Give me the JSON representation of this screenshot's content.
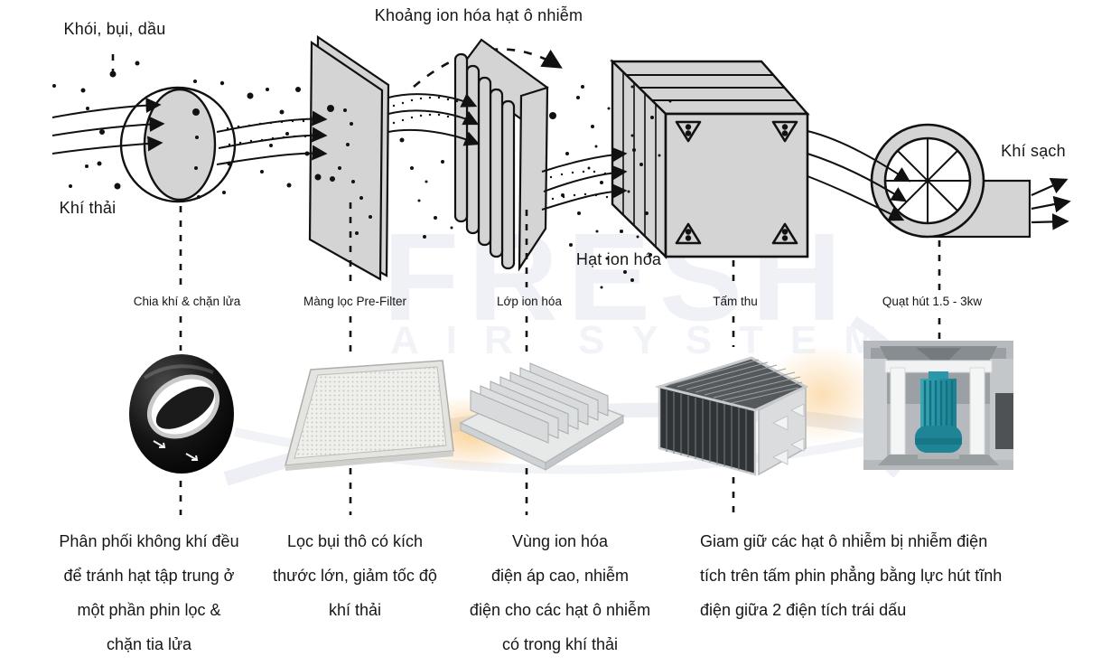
{
  "watermark": {
    "line1": "FRESH",
    "line2": "AIR SYSTEM"
  },
  "flow": {
    "pollutants_label": "Khói, bụi, dầu",
    "exhaust_label": "Khí thải",
    "ionization_span_label": "Khoảng ion hóa hạt ô nhiễm",
    "ionized_particles_label": "Hạt ion hóa",
    "clean_air_label": "Khí sạch"
  },
  "stages": [
    {
      "id": "air-divider",
      "label": "Chia khí & chặn lửa",
      "description_lines": [
        "Phân phối không khí đều",
        "để tránh hạt tập trung ở",
        "một phần phin lọc &",
        "chặn tia lửa"
      ]
    },
    {
      "id": "pre-filter",
      "label": "Màng lọc Pre-Filter",
      "description_lines": [
        "Lọc bụi thô có kích",
        "thước lớn, giảm tốc độ",
        "khí thải"
      ]
    },
    {
      "id": "ionizer",
      "label": "Lớp ion hóa",
      "description_lines": [
        "Vùng ion hóa",
        "điện áp cao, nhiễm",
        "điện cho các hạt ô nhiễm",
        "có trong khí thải"
      ]
    },
    {
      "id": "collector",
      "label": "Tấm thu",
      "description_lines": [
        "Giam giữ các  hạt ô nhiễm bị nhiễm điện",
        "tích trên tấm phin phẳng bằng lực hút tĩnh",
        "điện giữa 2 điện tích trái dấu"
      ]
    },
    {
      "id": "fan",
      "label": "Quạt hút 1.5 - 3kw",
      "description_lines": []
    }
  ],
  "colors": {
    "shape_fill": "#d4d4d4",
    "line": "#111111",
    "watermark_grey": "#eff1f6",
    "watermark_orange": "#f5a93c",
    "motor_teal": "#2e9fae"
  }
}
